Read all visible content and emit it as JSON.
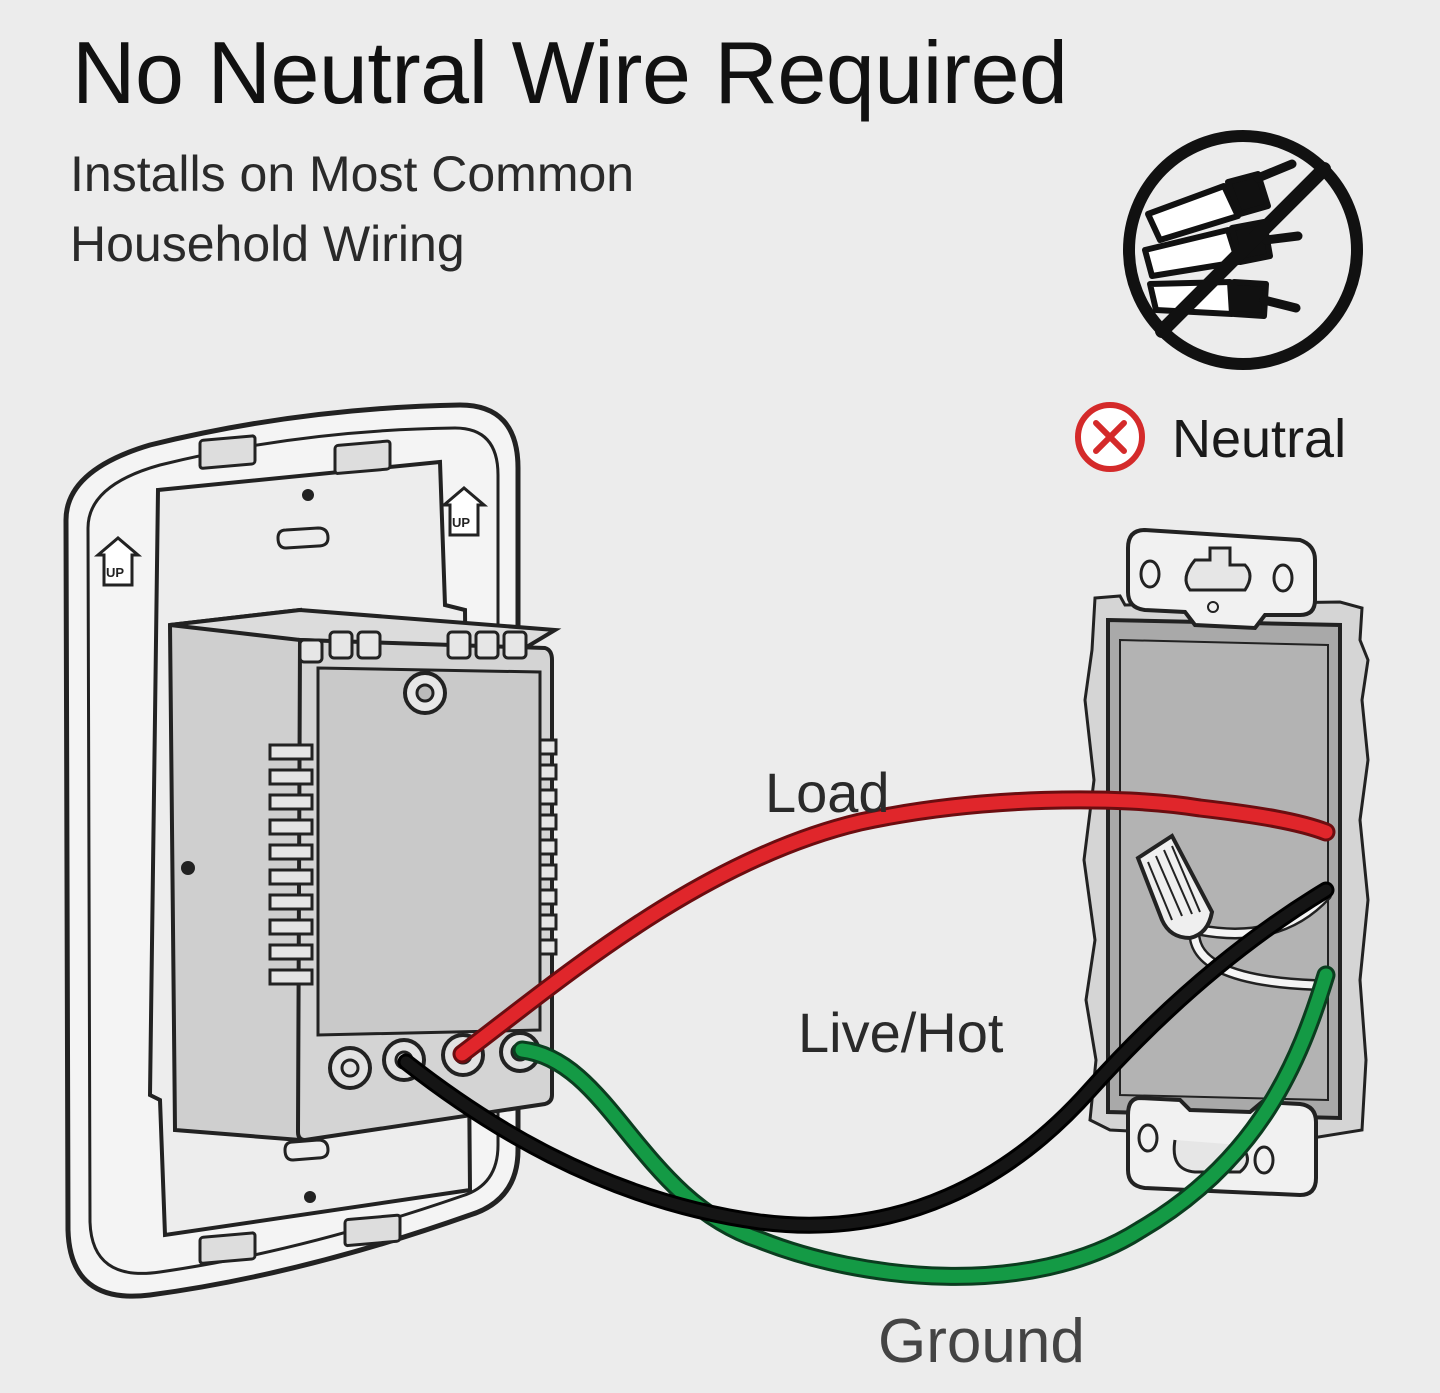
{
  "title": "No Neutral Wire Required",
  "subtitle_lines": [
    "Installs on Most Common",
    "Household Wiring"
  ],
  "no_neutral_badge": {
    "icon": "no-neutral-wires-icon",
    "marker_icon": "x-circle-icon",
    "label": "Neutral"
  },
  "wires": {
    "load": {
      "label": "Load",
      "color": "#e0262b"
    },
    "live": {
      "label": "Live/Hot",
      "color": "#151515"
    },
    "ground": {
      "label": "Ground",
      "color": "#149a45"
    }
  },
  "mounting_labels": [
    "UP",
    "UP"
  ],
  "colors": {
    "background": "#ececec",
    "line_art": "#222222",
    "x_marker": "#d42a2a",
    "box_fill": "#d2d2d2"
  }
}
